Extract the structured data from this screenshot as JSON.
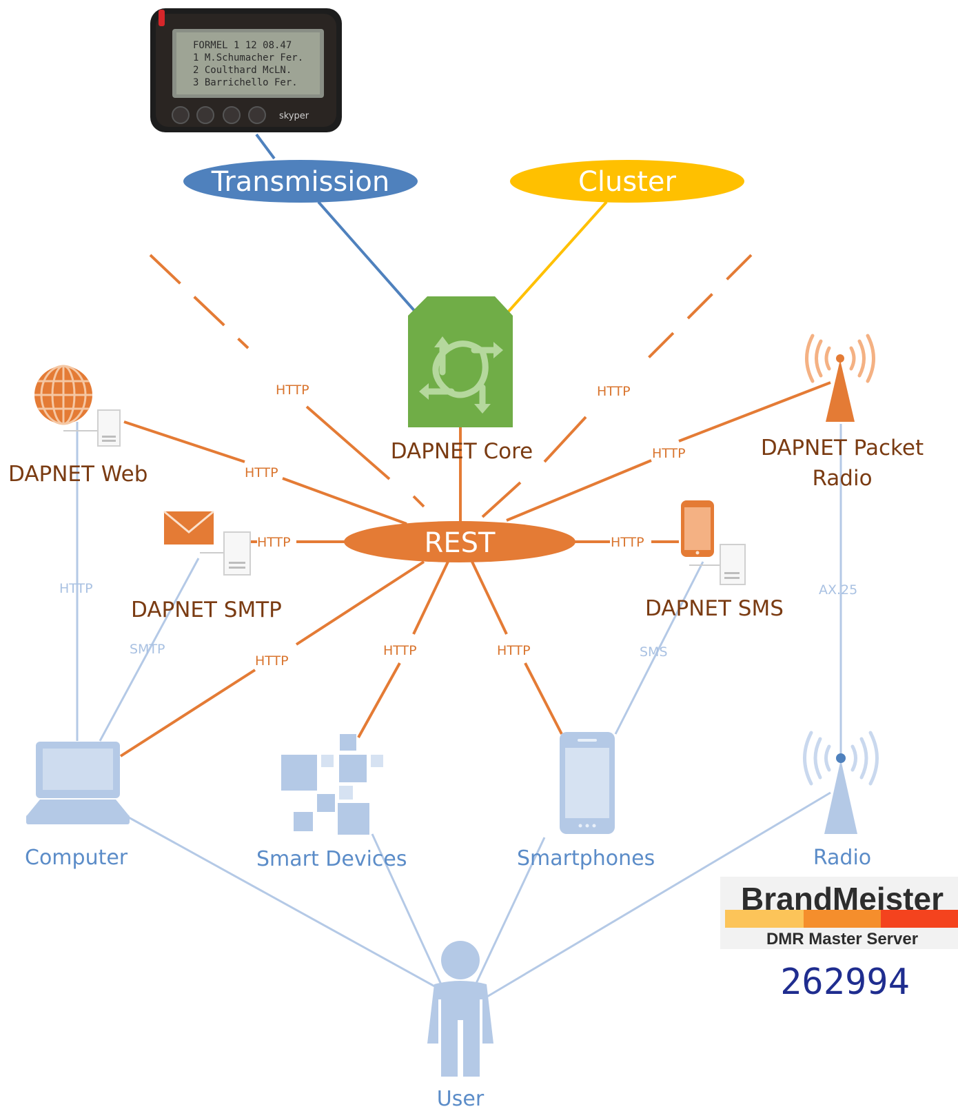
{
  "pager": {
    "lcd_lines": [
      "FORMEL 1 12    08.47",
      "1 M.Schumacher Fer.",
      "2 Coulthard    McLN.",
      "3 Barrichello  Fer."
    ],
    "brand": "skyper"
  },
  "nodes": {
    "transmission": "Transmission",
    "cluster": "Cluster",
    "core": "DAPNET Core",
    "rest": "REST",
    "web": "DAPNET Web",
    "smtp": "DAPNET SMTP",
    "sms": "DAPNET SMS",
    "packet_radio_line1": "DAPNET Packet",
    "packet_radio_line2": "Radio",
    "computer": "Computer",
    "smart_devices": "Smart Devices",
    "smartphones": "Smartphones",
    "radio": "Radio",
    "user": "User"
  },
  "edge_labels": {
    "http": "HTTP",
    "smtp": "SMTP",
    "sms": "SMS",
    "ax25": "AX.25"
  },
  "brandmeister": {
    "name": "BrandMeister",
    "subtitle": "DMR Master Server",
    "number": "262994"
  },
  "colors": {
    "orange": "#e47b35",
    "blue": "#4f81bd",
    "yellow": "#ffc000",
    "green": "#70ad47",
    "light_blue": "#b4c9e6",
    "brown_text": "#7a3b12"
  }
}
